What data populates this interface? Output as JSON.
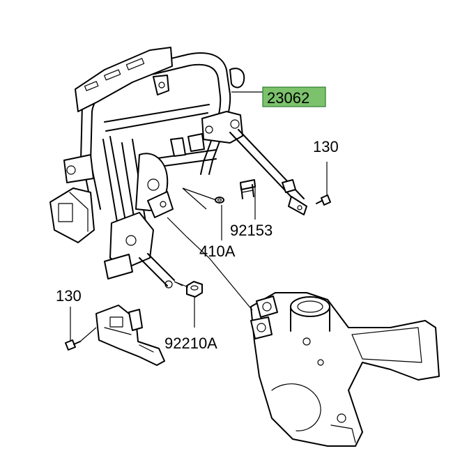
{
  "callouts": {
    "frame": {
      "text": "23062",
      "highlight": "#7cc26c"
    },
    "bolt_top": {
      "text": "130"
    },
    "bolt_left": {
      "text": "130"
    },
    "washer": {
      "text": "410A"
    },
    "collar_bolt": {
      "text": "92153"
    },
    "nut": {
      "text": "92210A"
    }
  },
  "colors": {
    "ink": "#000000",
    "background": "#ffffff"
  }
}
